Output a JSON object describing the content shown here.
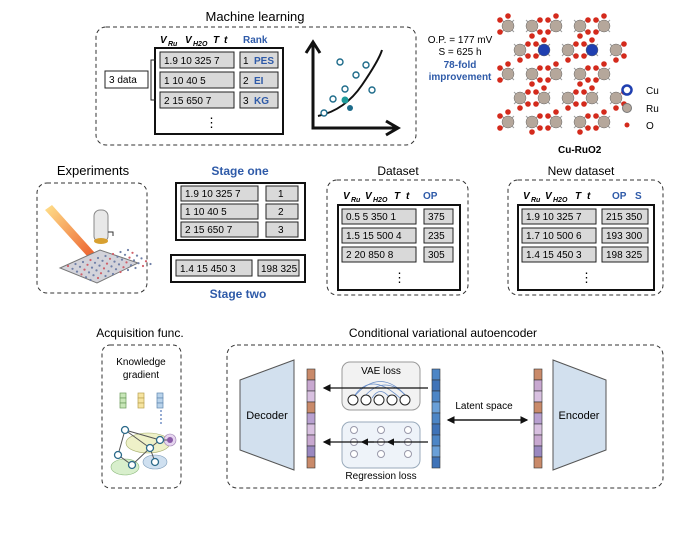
{
  "titles": {
    "machine_learning": "Machine learning",
    "experiments": "Experiments",
    "stage_one": "Stage one",
    "stage_two": "Stage two",
    "dataset": "Dataset",
    "new_dataset": "New dataset",
    "acquisition": "Acquisition  func.",
    "cvae": "Conditional variational autoencoder"
  },
  "ml": {
    "header": [
      "V",
      "Ru",
      "V",
      "H2O",
      "T",
      "t",
      "Rank"
    ],
    "rows": [
      "1.9 10 325 7",
      "1   10  40  5",
      "2  15 650 7"
    ],
    "ranks": [
      "1",
      "2",
      "3"
    ],
    "rank_labels": [
      "PES",
      "EI",
      "KG"
    ],
    "three_data": "3 data",
    "ellipsis": "⋮"
  },
  "result": {
    "op": "O.P. = 177 mV",
    "s": "S = 625 h",
    "fold": "78-fold",
    "improvement": "improvement",
    "compound": "Cu-RuO2",
    "legend": [
      "Cu",
      "Ru",
      "O"
    ]
  },
  "stage_one": {
    "rows": [
      "1.9 10 325 7",
      "1   10  40  5",
      "2  15 650 7"
    ],
    "ids": [
      "1",
      "2",
      "3"
    ]
  },
  "stage_two": {
    "left": "1.4 15 450  3",
    "right": "198 325"
  },
  "dataset": {
    "header_op": "OP",
    "rows": [
      "0.5  5  350  1",
      "1.5 15 500  4",
      "2  20 850  8"
    ],
    "ops": [
      "375",
      "235",
      "305"
    ]
  },
  "new_dataset": {
    "header_op": "OP",
    "header_s": "S",
    "rows": [
      "1.9 10 325  7",
      "1.7 10 500  6",
      "1.4 15 450  3"
    ],
    "ops": [
      "215 350",
      "193 300",
      "198 325"
    ]
  },
  "acq": {
    "kg1": "Knowledge",
    "kg2": "gradient"
  },
  "cvae": {
    "decoder": "Decoder",
    "encoder": "Encoder",
    "vae_loss": "VAE loss",
    "regression_loss": "Regression loss",
    "latent_space": "Latent space"
  },
  "colors": {
    "accent_blue": "#2e5aa8",
    "cell_grey": "#d9d9d9",
    "ru_atom": "#b5a79b",
    "o_atom": "#d42a1c",
    "cu_atom": "#1f3fb0",
    "funnel_fill": "#d2e0ee",
    "latent_orange": "#c98a6a",
    "latent_blue": "#4d86c6"
  }
}
